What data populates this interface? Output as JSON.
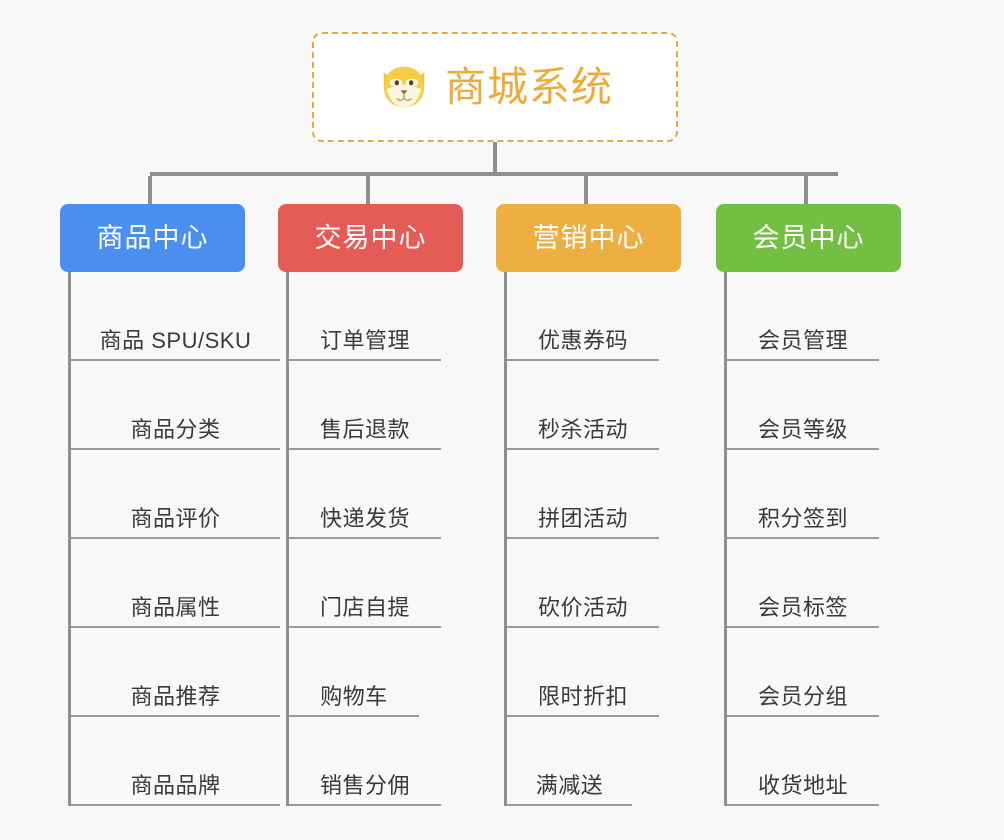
{
  "page": {
    "background_color": "#f8f8f8",
    "type": "organization-tree-diagram"
  },
  "root": {
    "title": "商城系统",
    "icon": "shiba-dog-face-icon",
    "accent_color": "#edab3a",
    "border_style": "dashed",
    "background_color": "#ffffff"
  },
  "connector": {
    "color": "#8f8f8f"
  },
  "categories": [
    {
      "label": "商品中心",
      "color": "#4a8ef0",
      "items": [
        {
          "label": "商品 SPU/SKU"
        },
        {
          "label": "商品分类"
        },
        {
          "label": "商品评价"
        },
        {
          "label": "商品属性"
        },
        {
          "label": "商品推荐"
        },
        {
          "label": "商品品牌"
        }
      ]
    },
    {
      "label": "交易中心",
      "color": "#e55b55",
      "items": [
        {
          "label": "订单管理"
        },
        {
          "label": "售后退款"
        },
        {
          "label": "快递发货"
        },
        {
          "label": "门店自提"
        },
        {
          "label": "购物车"
        },
        {
          "label": "销售分佣"
        }
      ]
    },
    {
      "label": "营销中心",
      "color": "#edae42",
      "items": [
        {
          "label": "优惠券码"
        },
        {
          "label": "秒杀活动"
        },
        {
          "label": "拼团活动"
        },
        {
          "label": "砍价活动"
        },
        {
          "label": "限时折扣"
        },
        {
          "label": "满减送"
        }
      ]
    },
    {
      "label": "会员中心",
      "color": "#72bf44",
      "items": [
        {
          "label": "会员管理"
        },
        {
          "label": "会员等级"
        },
        {
          "label": "积分签到"
        },
        {
          "label": "会员标签"
        },
        {
          "label": "会员分组"
        },
        {
          "label": "收货地址"
        }
      ]
    }
  ]
}
